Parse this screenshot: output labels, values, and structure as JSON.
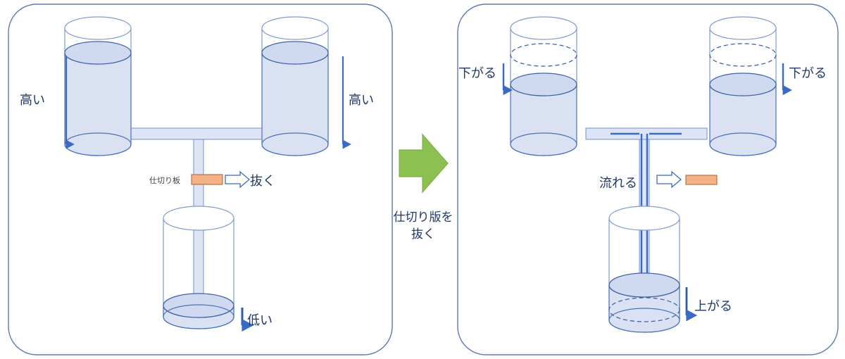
{
  "diagram": {
    "title": "connected-vessels-partition-experiment",
    "colors": {
      "panel_border": "#5B7BB5",
      "vessel_stroke": "#4A72B8",
      "water_fill": "#D9E1F2",
      "water_stroke": "#3F63A8",
      "arrow_blue": "#3A6BC4",
      "partition_orange": "#F4B183",
      "partition_orange_stroke": "#C08050",
      "green_arrow": "#8CC152",
      "green_arrow_stroke": "#6E9E3C",
      "pipe_fill": "#DCE4F5",
      "text_dark": "#1F3864",
      "text_gray": "#404040"
    },
    "panels": [
      {
        "id": "before",
        "name": "before-pulling-partition",
        "labels": {
          "left_level": "高い",
          "right_level": "高い",
          "bottom_level": "低い",
          "partition_name": "仕切り板",
          "pull_action": "抜く"
        },
        "arrows": {
          "left_level_direction": "up",
          "right_level_direction": "up",
          "bottom_level_direction": "up",
          "pull_direction": "right"
        },
        "vessels": [
          {
            "name": "top-left-vessel",
            "water": "high",
            "dashed_prev_level": false
          },
          {
            "name": "top-right-vessel",
            "water": "high",
            "dashed_prev_level": false
          },
          {
            "name": "bottom-vessel",
            "water": "low",
            "dashed_prev_level": false
          }
        ],
        "partition_present": true
      },
      {
        "id": "after",
        "name": "after-pulling-partition",
        "labels": {
          "left_level": "下がる",
          "right_level": "下がる",
          "flow": "流れる",
          "bottom_level": "上がる"
        },
        "arrows": {
          "left_level_direction": "down",
          "right_level_direction": "down",
          "bottom_level_direction": "up",
          "pull_direction": "right"
        },
        "vessels": [
          {
            "name": "top-left-vessel",
            "water": "lowered",
            "dashed_prev_level": true
          },
          {
            "name": "top-right-vessel",
            "water": "lowered",
            "dashed_prev_level": true
          },
          {
            "name": "bottom-vessel",
            "water": "raised",
            "dashed_prev_level": true
          }
        ],
        "partition_present": false,
        "partition_removed_position": "right-of-pipe"
      }
    ],
    "transition": {
      "name": "transition-arrow",
      "caption_line1": "仕切り版を",
      "caption_line2": "抜く",
      "shape": "right-arrow",
      "color": "#8CC152"
    }
  }
}
